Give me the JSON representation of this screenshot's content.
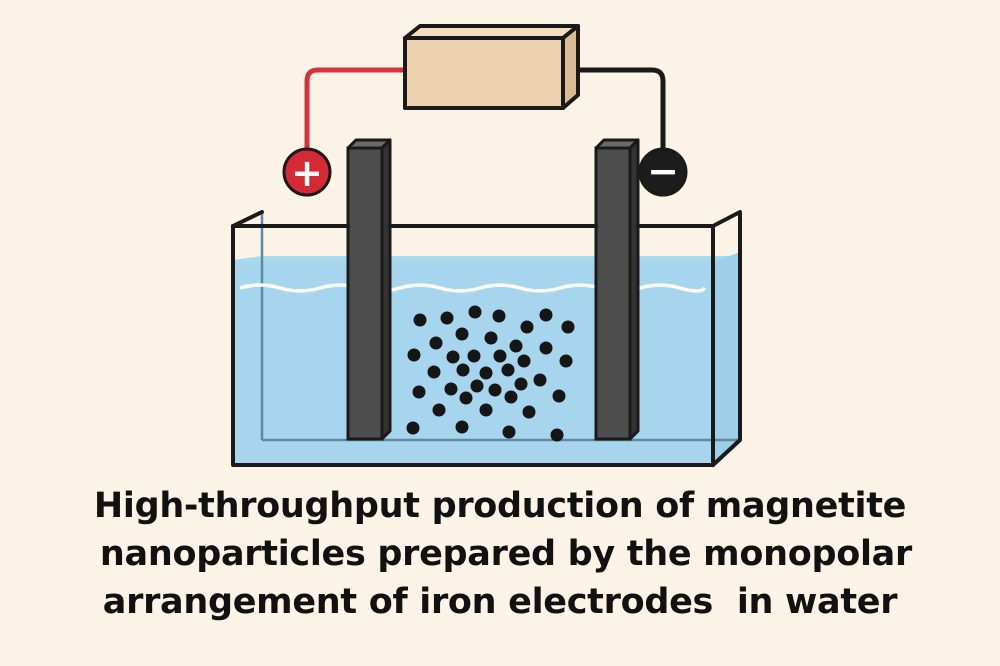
{
  "diagram": {
    "caption_lines": [
      "High-throughput production of magnetite",
      " nanoparticles prepared by the monopolar",
      "arrangement of iron electrodes  in water"
    ],
    "anode_sign": "+",
    "cathode_sign": "−",
    "icons": [
      "power-supply-icon",
      "anode-terminal-icon",
      "cathode-terminal-icon",
      "iron-electrode-icon",
      "water-tank-icon",
      "nanoparticle-icon"
    ],
    "colors": {
      "background": "#fbf3e6",
      "power_supply": "#ecd2ae",
      "positive_wire": "#d9313b",
      "negative_wire": "#1a1a1a",
      "positive_terminal": "#d52a35",
      "negative_terminal": "#1c1c1c",
      "electrode": "#4d4d4d",
      "water": "#a9d8ef",
      "particles": "#161616"
    }
  }
}
